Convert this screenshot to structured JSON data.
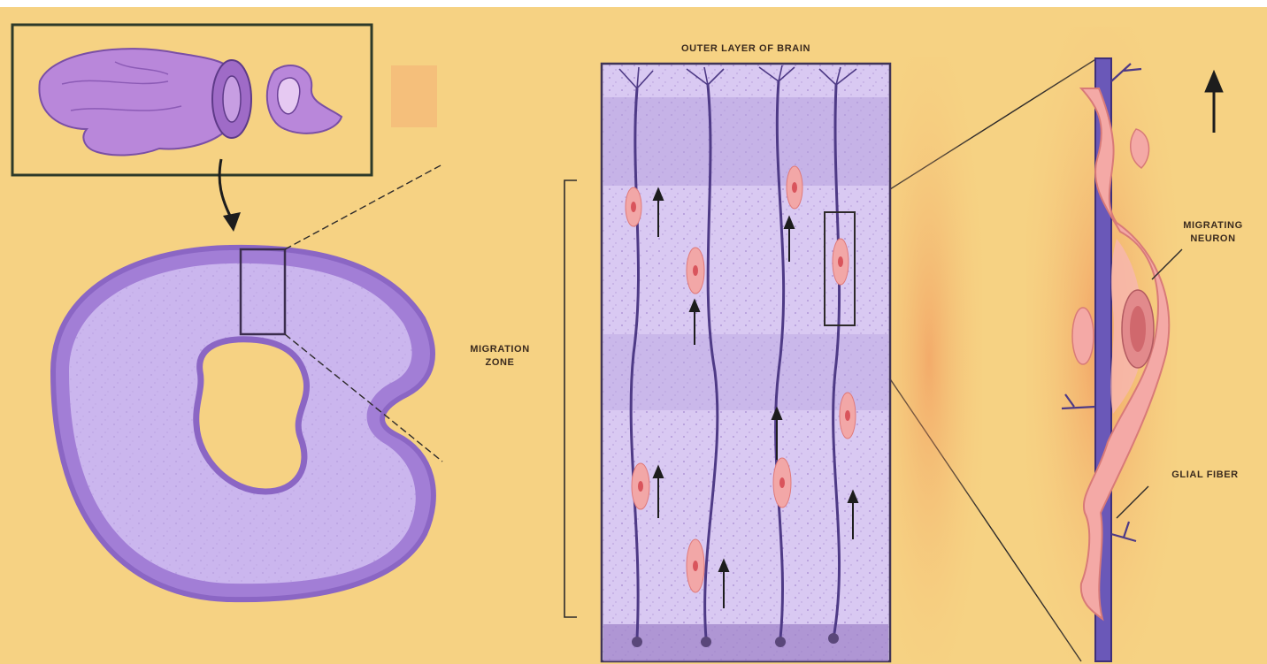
{
  "labels": {
    "outer_layer": "OUTER LAYER OF BRAIN",
    "migration_zone": "MIGRATION\nZONE",
    "migrating_neuron": "MIGRATING\nNEURON",
    "glial_fiber": "GLIAL FIBER"
  },
  "colors": {
    "background": "#f6d283",
    "tissue": "#c9aeea",
    "tissue_dark": "#8f6cc6",
    "fiber": "#4e3a86",
    "neuron": "#f2a7a7",
    "neuron_core": "#d9545c",
    "ink": "#3a2a1e"
  },
  "icons": [
    "brain-illustration",
    "arrow-down-icon",
    "arrow-up-icon"
  ]
}
